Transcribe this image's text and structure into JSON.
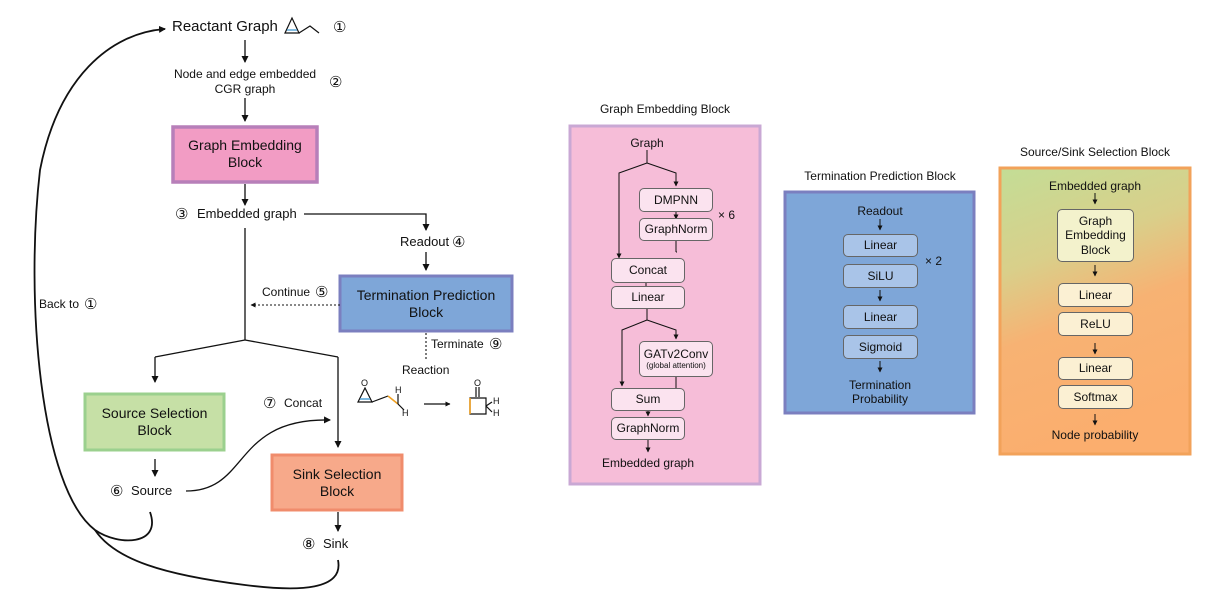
{
  "flow": {
    "reactant_graph": "Reactant Graph",
    "cgr_graph_line1": "Node and edge embedded",
    "cgr_graph_line2": "CGR graph",
    "graph_embedding_block": "Graph Embedding Block",
    "embedded_graph": "Embedded graph",
    "readout": "Readout",
    "continue": "Continue",
    "termination_prediction_block": "Termination Prediction Block",
    "terminate": "Terminate",
    "reaction": "Reaction",
    "back_to": "Back to",
    "source_selection_block": "Source Selection Block",
    "concat": "Concat",
    "sink_selection_block": "Sink Selection Block",
    "source": "Source",
    "sink": "Sink",
    "step_numbers": [
      "①",
      "②",
      "③",
      "④",
      "⑤",
      "⑥",
      "⑦",
      "⑧",
      "⑨"
    ],
    "molecule_product_labels": {
      "oxygen": "O",
      "h1": "H",
      "h2": "H"
    },
    "molecule_reactant_labels": {
      "oxygen": "O",
      "h1": "H",
      "h2": "H"
    }
  },
  "gem_panel": {
    "title": "Graph Embedding Block",
    "graph": "Graph",
    "dmpnn": "DMPNN",
    "graphnorm1": "GraphNorm",
    "repeat": "× 6",
    "concat": "Concat",
    "linear": "Linear",
    "gatv2conv": "GATv2Conv",
    "gatv2conv_sub": "(global attention)",
    "sum": "Sum",
    "graphnorm2": "GraphNorm",
    "embedded_graph": "Embedded graph"
  },
  "term_panel": {
    "title": "Termination Prediction Block",
    "readout": "Readout",
    "linear1": "Linear",
    "silu": "SiLU",
    "repeat": "× 2",
    "linear2": "Linear",
    "sigmoid": "Sigmoid",
    "output_line1": "Termination",
    "output_line2": "Probability"
  },
  "ss_panel": {
    "title": "Source/Sink Selection Block",
    "embedded_graph": "Embedded graph",
    "graph_embedding_block": "Graph Embedding Block",
    "linear1": "Linear",
    "relu": "ReLU",
    "linear2": "Linear",
    "softmax": "Softmax",
    "node_probability": "Node probability"
  },
  "colors": {
    "graph_embedding_fill": "#f29cc4",
    "graph_embedding_border": "#b77fb9",
    "termination_fill": "#7ea6d8",
    "termination_border": "#7b7fbf",
    "source_fill": "#c6e0a6",
    "source_border": "#9bd08e",
    "sink_fill": "#f7a98a",
    "sink_border": "#f08c6c",
    "gem_panel_fill": "#f6bdd8",
    "gem_panel_border": "#c9a8d4",
    "ss_gradient_top": "#c3dd96",
    "ss_gradient_bottom": "#fbb070",
    "ss_border": "#f2a25a",
    "inner_pink_box": "#fbe3ef",
    "inner_blue_box": "#a9c4e8",
    "inner_cream_box": "#fbf0d3",
    "bond_highlight_blue": "#5aa7d8",
    "bond_highlight_orange": "#f0a020"
  }
}
